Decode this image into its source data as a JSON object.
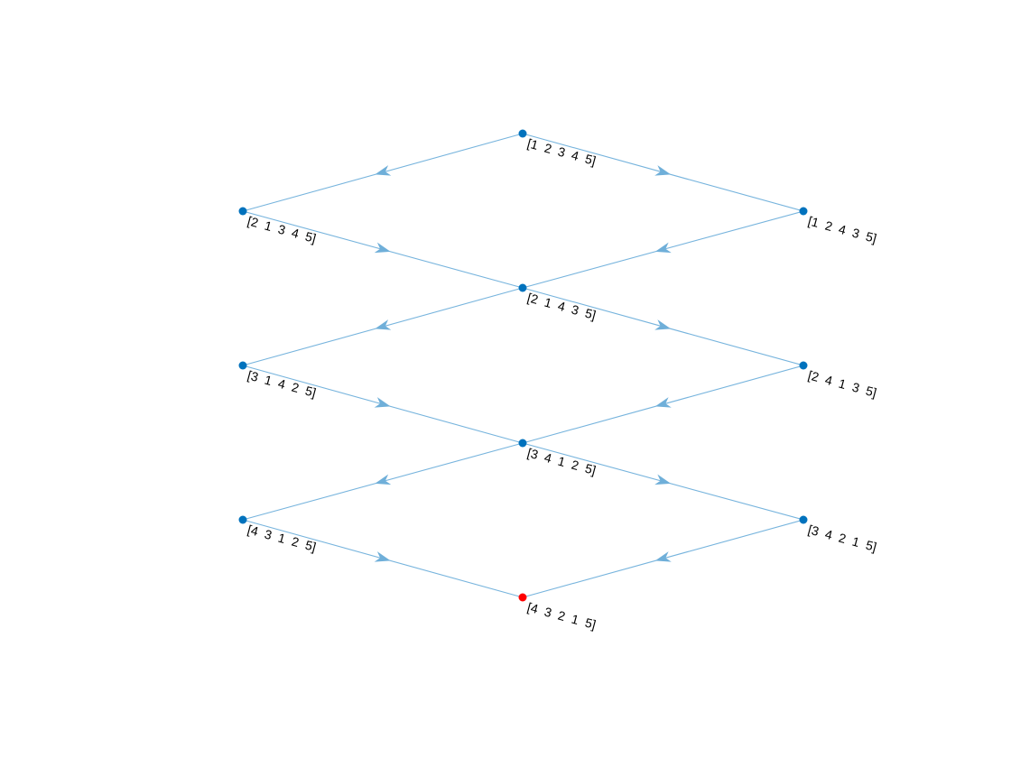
{
  "graph": {
    "nodes": [
      {
        "id": "n1",
        "label": "[1  2  3  4  5]",
        "highlight": false
      },
      {
        "id": "n2",
        "label": "[2  1  3  4  5]",
        "highlight": false
      },
      {
        "id": "n3",
        "label": "[1  2  4  3  5]",
        "highlight": false
      },
      {
        "id": "n4",
        "label": "[2  1  4  3  5]",
        "highlight": false
      },
      {
        "id": "n5",
        "label": "[3  1  4  2  5]",
        "highlight": false
      },
      {
        "id": "n6",
        "label": "[2  4  1  3  5]",
        "highlight": false
      },
      {
        "id": "n7",
        "label": "[3  4  1  2  5]",
        "highlight": false
      },
      {
        "id": "n8",
        "label": "[4  3  1  2  5]",
        "highlight": false
      },
      {
        "id": "n9",
        "label": "[3  4  2  1  5]",
        "highlight": false
      },
      {
        "id": "n10",
        "label": "[4  3  2  1  5]",
        "highlight": true
      }
    ],
    "edges": [
      {
        "from": "n1",
        "to": "n2"
      },
      {
        "from": "n1",
        "to": "n3"
      },
      {
        "from": "n2",
        "to": "n4"
      },
      {
        "from": "n3",
        "to": "n4"
      },
      {
        "from": "n4",
        "to": "n5"
      },
      {
        "from": "n4",
        "to": "n6"
      },
      {
        "from": "n5",
        "to": "n7"
      },
      {
        "from": "n6",
        "to": "n7"
      },
      {
        "from": "n7",
        "to": "n8"
      },
      {
        "from": "n7",
        "to": "n9"
      },
      {
        "from": "n8",
        "to": "n10"
      },
      {
        "from": "n9",
        "to": "n10"
      }
    ],
    "colors": {
      "node": "#0072bd",
      "highlight_node": "#ff0000",
      "edge": "#77b4dd",
      "arrow": "#6fafd9",
      "label": "#000000"
    }
  }
}
